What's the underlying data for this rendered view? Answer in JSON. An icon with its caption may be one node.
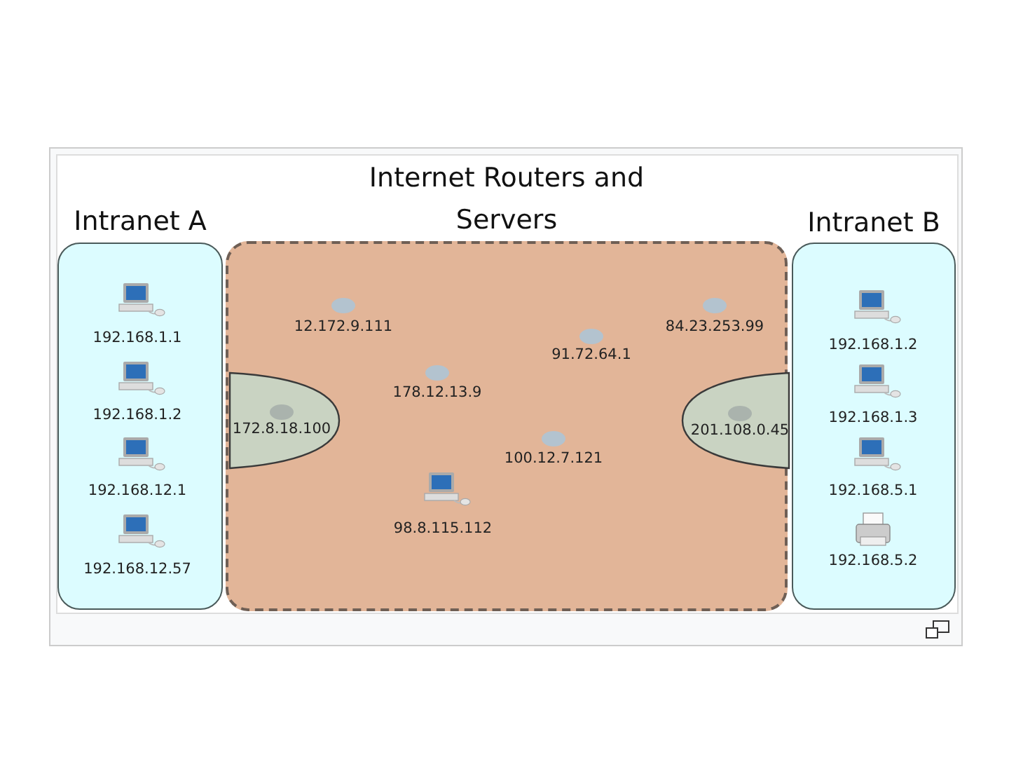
{
  "diagram": {
    "nodes": [
      {
        "text": [
          "Intranet A"
        ]
      },
      {
        "text": [
          "192.168.1.1"
        ],
        "in": 0
      },
      {
        "text": [
          "192.168.1.2"
        ],
        "in": 0
      },
      {
        "text": [
          "192.168.12.1"
        ],
        "in": 0
      },
      {
        "text": [
          "192.168.12.57"
        ],
        "in": 0
      },
      {
        "text": [
          "Internet Routers and Servers"
        ]
      },
      {
        "text": [
          "12.172.9.111"
        ],
        "in": 5
      },
      {
        "text": [
          "84.23.253.99"
        ],
        "in": 5
      },
      {
        "text": [
          "91.72.64.1"
        ],
        "in": 5
      },
      {
        "text": [
          "178.12.13.9"
        ],
        "in": 5
      },
      {
        "text": [
          "100.12.7.121"
        ],
        "in": 5
      },
      {
        "text": [
          "98.8.115.112"
        ],
        "in": 5
      },
      {
        "text": [
          "172.8.18.100"
        ],
        "in": 5
      },
      {
        "text": [
          "201.108.0.45"
        ],
        "in": 5
      },
      {
        "text": [
          "Intranet B"
        ]
      },
      {
        "text": [
          "192.168.1.2"
        ],
        "in": 14
      },
      {
        "text": [
          "192.168.1.3"
        ],
        "in": 14
      },
      {
        "text": [
          "192.168.5.1"
        ],
        "in": 14
      },
      {
        "text": [
          "192.168.5.2"
        ],
        "in": 14
      }
    ]
  }
}
